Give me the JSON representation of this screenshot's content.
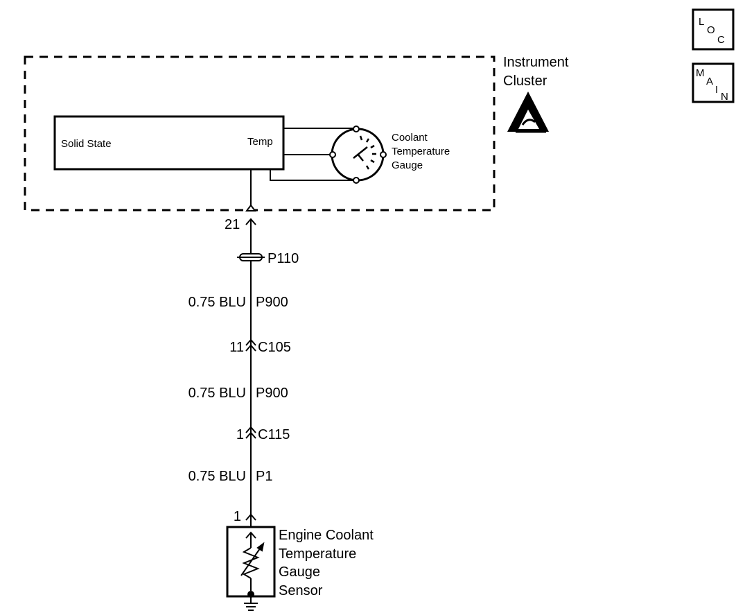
{
  "cluster": {
    "title_line1": "Instrument",
    "title_line2": "Cluster",
    "esd_icon": "esd-warning-icon"
  },
  "solid_state": {
    "label": "Solid State",
    "temp_label": "Temp"
  },
  "gauge": {
    "line1": "Coolant",
    "line2": "Temperature",
    "line3": "Gauge"
  },
  "circuit": {
    "pin_top": "21",
    "splice": "P110",
    "wire1_gauge": "0.75 BLU",
    "wire1_circuit": "P900",
    "conn1_pin": "11",
    "conn1_name": "C105",
    "wire2_gauge": "0.75 BLU",
    "wire2_circuit": "P900",
    "conn2_pin": "1",
    "conn2_name": "C115",
    "wire3_gauge": "0.75 BLU",
    "wire3_circuit": "P1",
    "pin_bottom": "1"
  },
  "sensor": {
    "line1": "Engine Coolant",
    "line2": "Temperature",
    "line3": "Gauge",
    "line4": "Sensor"
  },
  "nav": {
    "loc": {
      "l": "L",
      "o": "O",
      "c": "C"
    },
    "main": {
      "m": "M",
      "a": "A",
      "i": "I",
      "n": "N"
    }
  }
}
